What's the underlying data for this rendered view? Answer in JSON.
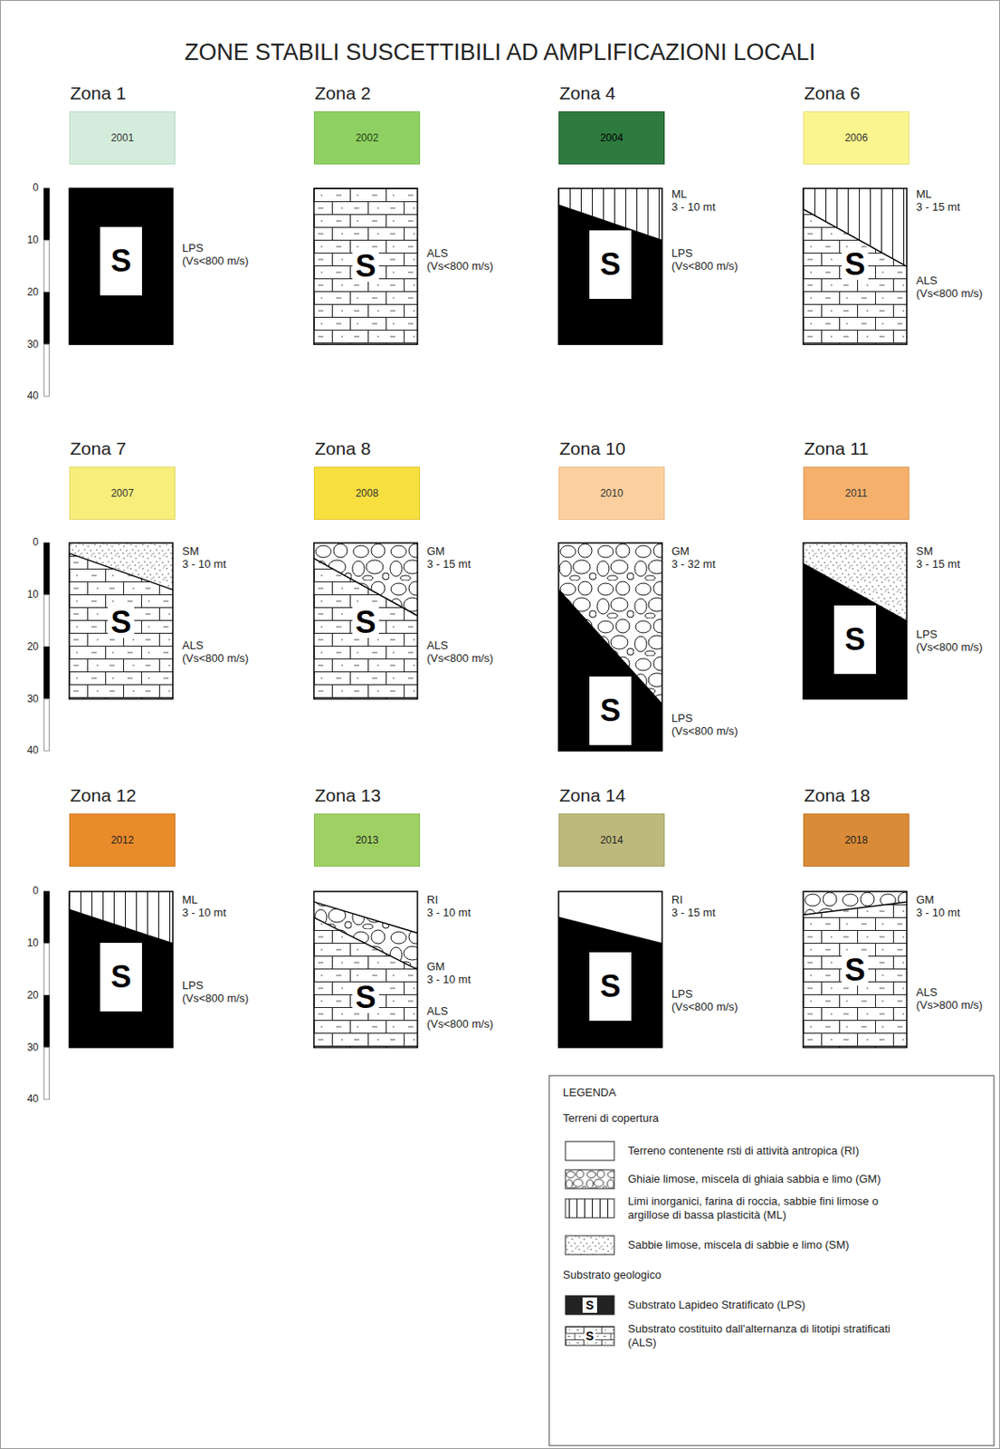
{
  "diagram": {
    "title": "ZONE STABILI SUSCETTIBILI AD AMPLIFICAZIONI LOCALI",
    "nodes": [
      {
        "text": [
          "Zona 1",
          "2001"
        ]
      },
      {
        "text": [
          "Zona 2",
          "2002"
        ]
      },
      {
        "text": [
          "Zona 4",
          "2004"
        ]
      },
      {
        "text": [
          "Zona 6",
          "2006"
        ]
      },
      {
        "text": [
          "Zona 7",
          "2007"
        ]
      },
      {
        "text": [
          "Zona 8",
          "2008"
        ]
      },
      {
        "text": [
          "Zona 10",
          "2010"
        ]
      },
      {
        "text": [
          "Zona 11",
          "2011"
        ]
      },
      {
        "text": [
          "Zona 12",
          "2012"
        ]
      },
      {
        "text": [
          "Zona 13",
          "2013"
        ]
      },
      {
        "text": [
          "Zona 14",
          "2014"
        ]
      },
      {
        "text": [
          "Zona 18",
          "2018"
        ]
      }
    ],
    "labels": [
      "0",
      "10",
      "20",
      "30",
      "40",
      "S",
      "LPS (Vs<800 m/s)",
      "S",
      "ALS (Vs<800 m/s)",
      "S",
      "ML 3 - 10 mt",
      "LPS (Vs<800 m/s)",
      "S",
      "ML 3 - 15 mt",
      "ALS (Vs<800 m/s)",
      "0",
      "10",
      "20",
      "30",
      "40",
      "S",
      "SM 3 - 10 mt",
      "ALS (Vs<800 m/s)",
      "S",
      "GM 3 - 15 mt",
      "ALS (Vs<800 m/s)",
      "S",
      "GM 3 - 32 mt",
      "LPS (Vs<800 m/s)",
      "S",
      "SM 3 - 15 mt",
      "LPS (Vs<800 m/s)",
      "0",
      "10",
      "20",
      "30",
      "40",
      "S",
      "ML 3 - 10 mt",
      "LPS (Vs<800 m/s)",
      "S",
      "RI 3 - 10 mt",
      "GM 3 - 10 mt",
      "ALS (Vs<800 m/s)",
      "S",
      "RI 3 - 15 mt",
      "LPS (Vs<800 m/s)",
      "S",
      "GM 3 - 10 mt",
      "ALS (Vs>800 m/s)",
      "LEGENDA",
      "Terreni di copertura",
      "Substrato geologico",
      "S",
      "S"
    ],
    "legend": [
      {
        "text": "Terreno contenente rsti di attività antropica (RI)"
      },
      {
        "text": "Ghiaie limose, miscela di ghiaia sabbia e limo (GM)"
      },
      {
        "text": "Limi inorganici, farina di roccia, sabbie fini limose o argillose di bassa plasticità (ML)"
      },
      {
        "text": "Sabbie limose, miscela di sabbie e limo (SM)"
      },
      {
        "text": "Substrato Lapideo Stratificato (LPS)"
      },
      {
        "text": "Substrato costituito dall'alternanza di litotipi stratificati (ALS)"
      }
    ]
  }
}
